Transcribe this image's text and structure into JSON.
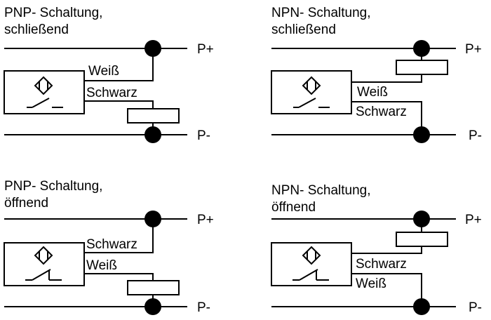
{
  "diagrams": [
    {
      "title_line1": "PNP- Schaltung,",
      "title_line2": "schließend",
      "rail_top": "P+",
      "rail_bottom": "P-",
      "wire_upper": "Weiß",
      "wire_lower": "Schwarz",
      "contact": "normally-open"
    },
    {
      "title_line1": "NPN- Schaltung,",
      "title_line2": "schließend",
      "rail_top": "P+",
      "rail_bottom": "P-",
      "wire_upper": "Weiß",
      "wire_lower": "Schwarz",
      "contact": "normally-open"
    },
    {
      "title_line1": "PNP- Schaltung,",
      "title_line2": "öffnend",
      "rail_top": "P+",
      "rail_bottom": "P-",
      "wire_upper": "Schwarz",
      "wire_lower": "Weiß",
      "contact": "normally-closed"
    },
    {
      "title_line1": "NPN- Schaltung,",
      "title_line2": "öffnend",
      "rail_top": "P+",
      "rail_bottom": "P-",
      "wire_upper": "Schwarz",
      "wire_lower": "Weiß",
      "contact": "normally-closed"
    }
  ]
}
